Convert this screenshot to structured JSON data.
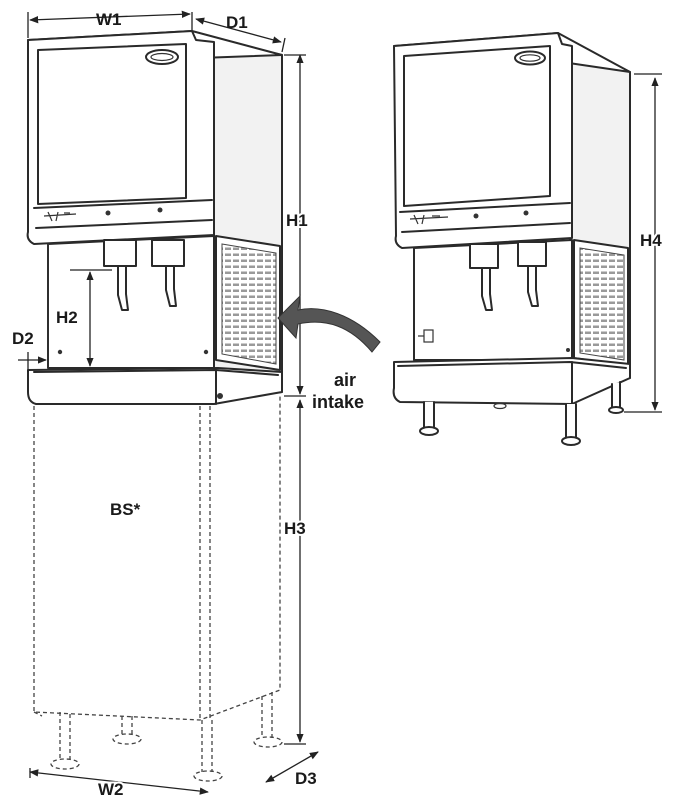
{
  "labels": {
    "w1": "W1",
    "d1": "D1",
    "h1": "H1",
    "h2": "H2",
    "d2": "D2",
    "h3": "H3",
    "h4": "H4",
    "w2": "W2",
    "d3": "D3",
    "bs": "BS*",
    "air_line1": "air",
    "air_line2": "intake"
  }
}
